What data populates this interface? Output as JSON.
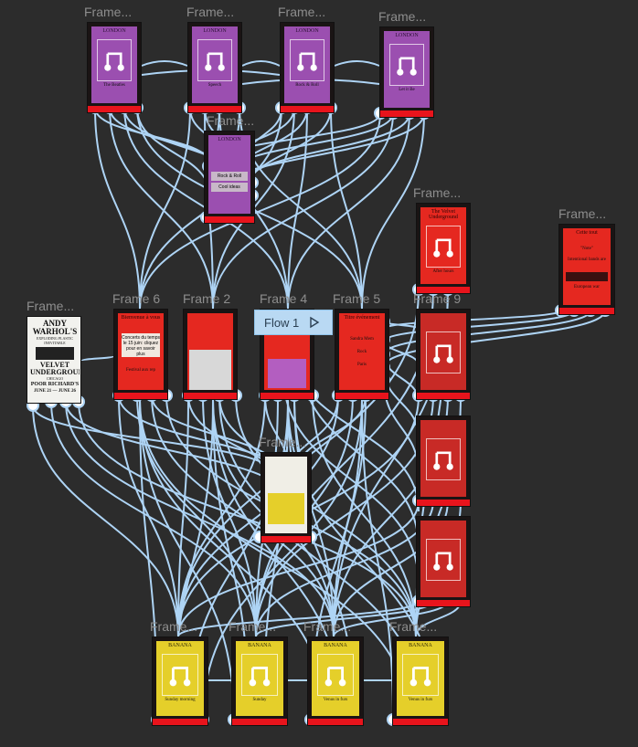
{
  "canvas": {
    "background": "#2c2c2c",
    "wire_color": "#aed4f5",
    "frame_labels": {
      "f1": "Frame...",
      "f2": "Frame...",
      "f3": "Frame...",
      "f4": "Frame...",
      "f5": "Frame...",
      "f6": "Frame...",
      "f7": "Frame...",
      "f8": "Frame 6",
      "f9": "Frame 2",
      "f10": "Frame 4",
      "f11": "Frame 5",
      "f12": "Frame 9",
      "f13": "Frame...",
      "f14": "Frame...",
      "f15": "Frame...",
      "f16": "Frame...",
      "f17": "Frame...",
      "f18": "Frame..."
    }
  },
  "flow": {
    "label": "Flow 1"
  },
  "screens": {
    "purple_header": "LONDON",
    "purple_caps": [
      "The Beatles",
      "Speech",
      "Rock & Roll",
      "Let it Be"
    ],
    "purple_list": [
      "Rock & Roll",
      "Cool ideas"
    ],
    "red_frame": {
      "title": "The Velvet Underground",
      "caption": "After hours"
    },
    "info_frame": {
      "title": "Cette tout",
      "line1": "\"Note\"",
      "line2": "Intentional bands are",
      "line3": "European war"
    },
    "frame6": {
      "title": "Bienvenue à vous",
      "body": "Concerts du temps le 15 juin: cliquez pour en savoir plus",
      "footer": "Festival aux rep"
    },
    "frame5": {
      "title": "Titre événement",
      "rows": [
        "Sandra Mem",
        "Rock",
        "Paris"
      ]
    },
    "yellow_header": "BANANA",
    "yellow_caps": [
      "Sunday morning",
      "Sunday",
      "Venus in furs",
      "Venus in furs"
    ],
    "poster": {
      "l1": "ANDY",
      "l2": "WARHOL'S",
      "l3": "EXPLODING PLASTIC INEVITABLE",
      "l4": "VELVET",
      "l5": "UNDERGROUND",
      "l6": "CHICAGO",
      "l7": "POOR RICHARD'S",
      "l8": "JUNE 21 — JUNE 26"
    }
  },
  "colors": {
    "purple": "#9b4fb0",
    "red": "#e52820",
    "yellow": "#e5cf2a",
    "frame_bg": "#1a1414",
    "bar_red": "#e8141c",
    "flow_bg": "#b9d9f3"
  }
}
